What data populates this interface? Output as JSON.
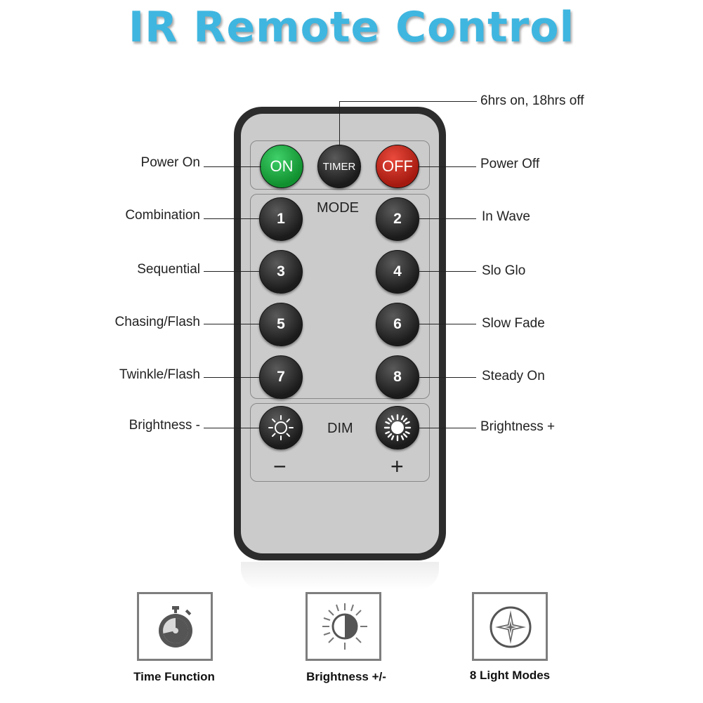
{
  "title": "IR Remote Control",
  "colors": {
    "title": "#3fb6e0",
    "on_button": "#1fa846",
    "off_button": "#c92b1e",
    "mode_button": "#2a2a2a",
    "remote_body": "#cbcbcb",
    "remote_frame": "#2c2c2c"
  },
  "buttons": {
    "on": "ON",
    "timer": "TIMER",
    "off": "OFF",
    "mode": [
      "1",
      "2",
      "3",
      "4",
      "5",
      "6",
      "7",
      "8"
    ]
  },
  "panels": {
    "mode_label": "MODE",
    "dim_label": "DIM",
    "minus": "−",
    "plus": "+"
  },
  "icons": {
    "dim_minus": "sun-outline-icon",
    "dim_plus": "sun-bright-icon"
  },
  "callouts": {
    "timer": "6hrs on, 18hrs off",
    "power_on": "Power On",
    "power_off": "Power Off",
    "mode_1": "Combination",
    "mode_2": "In Wave",
    "mode_3": "Sequential",
    "mode_4": "Slo Glo",
    "mode_5": "Chasing/Flash",
    "mode_6": "Slow Fade",
    "mode_7": "Twinkle/Flash",
    "mode_8": "Steady On",
    "brightness_minus": "Brightness -",
    "brightness_plus": "Brightness +"
  },
  "features": [
    {
      "label": "Time Function",
      "icon": "stopwatch-icon"
    },
    {
      "label": "Brightness +/-",
      "icon": "brightness-icon"
    },
    {
      "label": "8 Light Modes",
      "icon": "sparkle-star-icon"
    }
  ]
}
